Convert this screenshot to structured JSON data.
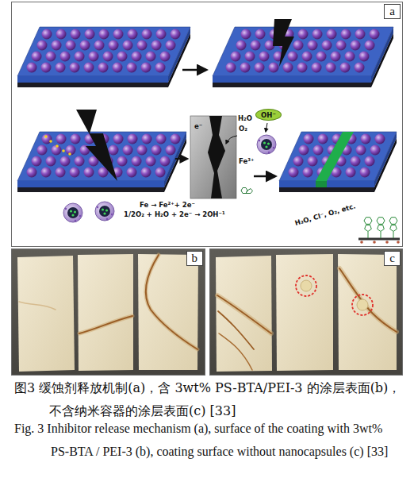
{
  "diagram": {
    "caption": "图3 缓蚀剂释放机制(a)，含 3wt% PS-BTA/PEI-3 的涂层表面(b)，不含纳米容器的涂层表面(c) [33]",
    "nodes": [
      {
        "text": [
          "a"
        ]
      },
      {
        "text": [
          "OH⁻"
        ],
        "in": 0
      },
      {
        "text": [
          "b"
        ]
      },
      {
        "text": [
          "c"
        ]
      }
    ],
    "labels": [
      "H₂O",
      "O₂",
      "e⁻",
      "Fe³⁺",
      "Fe → Fe²⁺+ 2e⁻",
      "1/2O₂ + H₂O + 2e⁻ → 2OH⁻¹",
      "H₂O, Cl⁻, O₂, etc.",
      "Fig. 3 Inhibitor release mechanism (a), surface of the coating with 3wt% PS-BTA / PEI-3 (b), coating surface without nanocapsules (c) [33]"
    ]
  }
}
